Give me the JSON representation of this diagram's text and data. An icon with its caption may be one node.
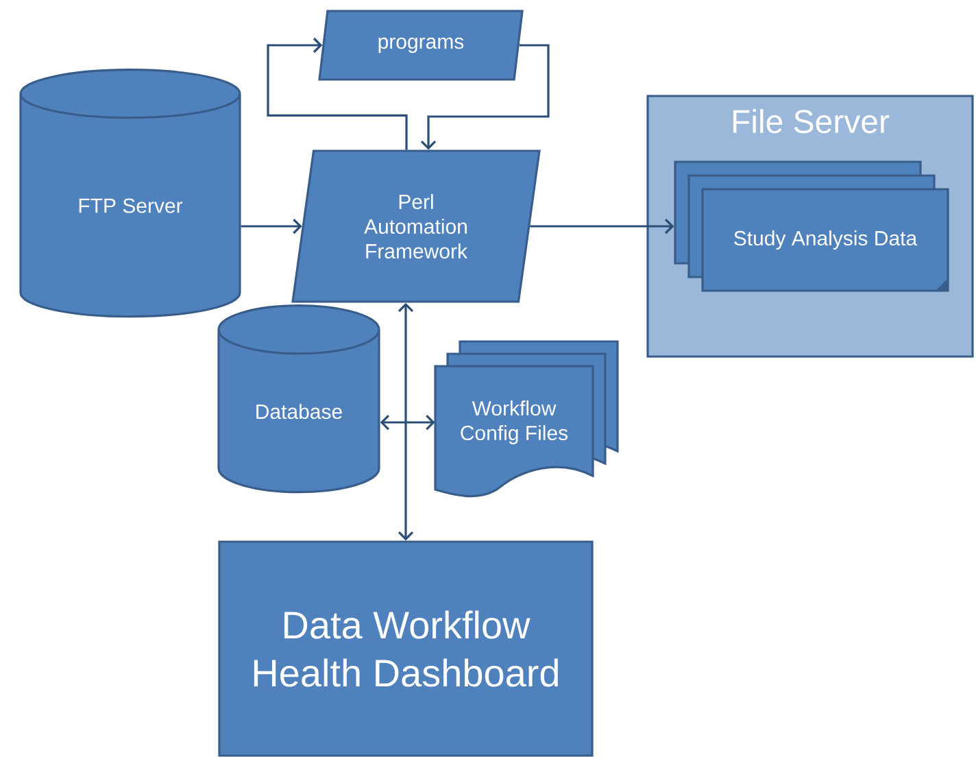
{
  "diagram": {
    "nodes": [
      {
        "text": [
          "programs"
        ]
      },
      {
        "text": [
          "Perl Automation Framework"
        ]
      },
      {
        "text": [
          "FTP Server"
        ]
      },
      {
        "text": [
          "File Server"
        ]
      },
      {
        "text": [
          "Study Analysis Data"
        ],
        "in": 3
      },
      {
        "text": [
          "Database"
        ]
      },
      {
        "text": [
          "Workflow Config Files"
        ]
      },
      {
        "text": [
          "Data Workflow Health Dashboard"
        ]
      }
    ],
    "edges": [
      {
        "from": 1,
        "to": 0,
        "arrow": "to"
      },
      {
        "from": 0,
        "to": 1,
        "arrow": "to"
      },
      {
        "from": 2,
        "to": 1,
        "arrow": "to"
      },
      {
        "from": 1,
        "to": 4,
        "arrow": "to"
      },
      {
        "from": 1,
        "to": 7,
        "arrow": "both"
      },
      {
        "from": 5,
        "to": 6,
        "arrow": "both"
      }
    ]
  }
}
